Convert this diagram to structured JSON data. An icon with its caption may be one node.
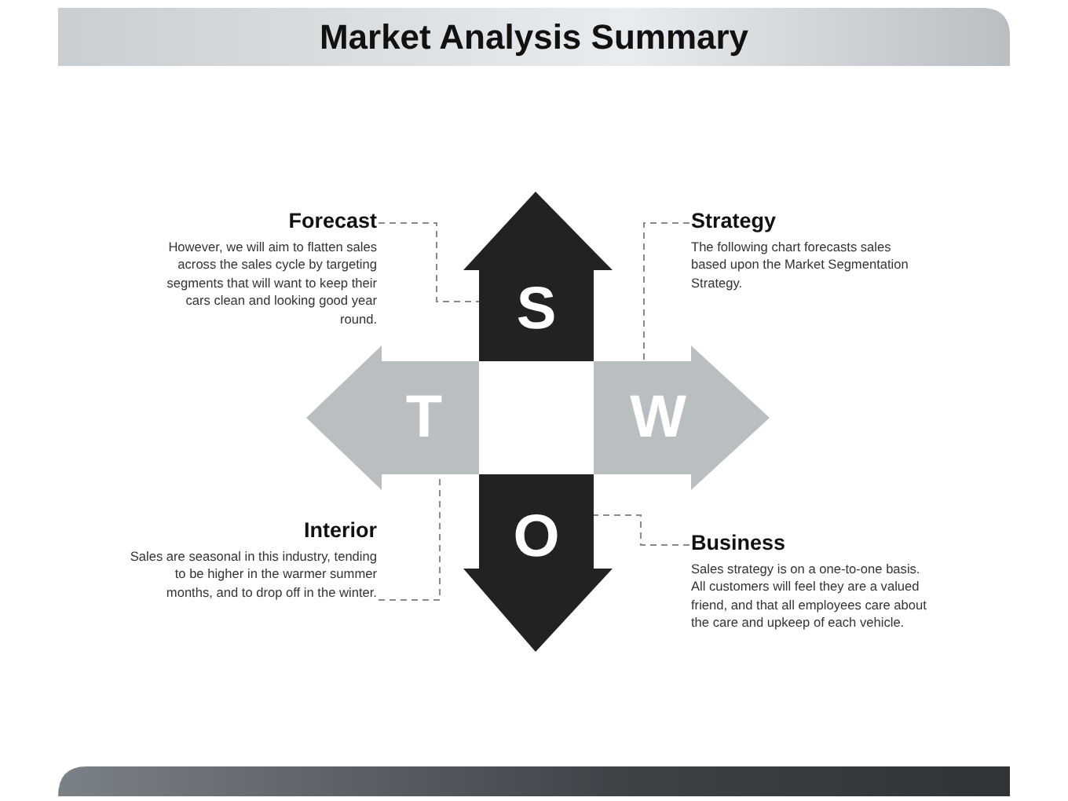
{
  "diagram": {
    "title": "Market Analysis Summary",
    "nodes": [
      {
        "text": [
          "Forecast",
          "However, we will aim to flatten sales across the sales cycle by targeting segments that will want to keep their cars clean and looking good year round."
        ]
      },
      {
        "text": [
          "S"
        ]
      },
      {
        "text": [
          "Strategy",
          "The following chart forecasts sales based upon the Market Segmentation Strategy."
        ]
      },
      {
        "text": [
          "T"
        ]
      },
      {
        "text": [
          "W"
        ]
      },
      {
        "text": [
          "Interior",
          "Sales are seasonal in this industry, tending to be higher in the warmer summer months, and to drop off in the winter."
        ]
      },
      {
        "text": [
          "O"
        ]
      },
      {
        "text": [
          "Business",
          "Sales strategy is on a one-to-one basis. All customers will feel they are a valued friend, and that all employees care about the care and upkeep of each vehicle."
        ]
      }
    ],
    "edges": [
      {
        "from": 0,
        "to": 1,
        "arrow": "none",
        "style": "dashed"
      },
      {
        "from": 2,
        "to": 4,
        "arrow": "none",
        "style": "dashed"
      },
      {
        "from": 5,
        "to": 3,
        "arrow": "none",
        "style": "dashed"
      },
      {
        "from": 7,
        "to": 6,
        "arrow": "none",
        "style": "dashed"
      }
    ]
  }
}
